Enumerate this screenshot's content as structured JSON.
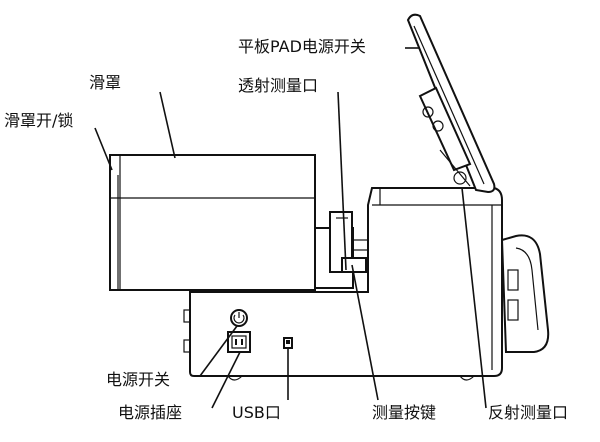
{
  "labels": {
    "tablet_power": "平板PAD电源开关",
    "slide_cover": "滑罩",
    "transmission_port": "透射测量口",
    "slide_switch": "滑罩开/锁",
    "power_switch": "电源开关",
    "power_socket": "电源插座",
    "usb_port": "USB口",
    "measure_key": "测量按键",
    "reflect_port": "反射测量口"
  }
}
